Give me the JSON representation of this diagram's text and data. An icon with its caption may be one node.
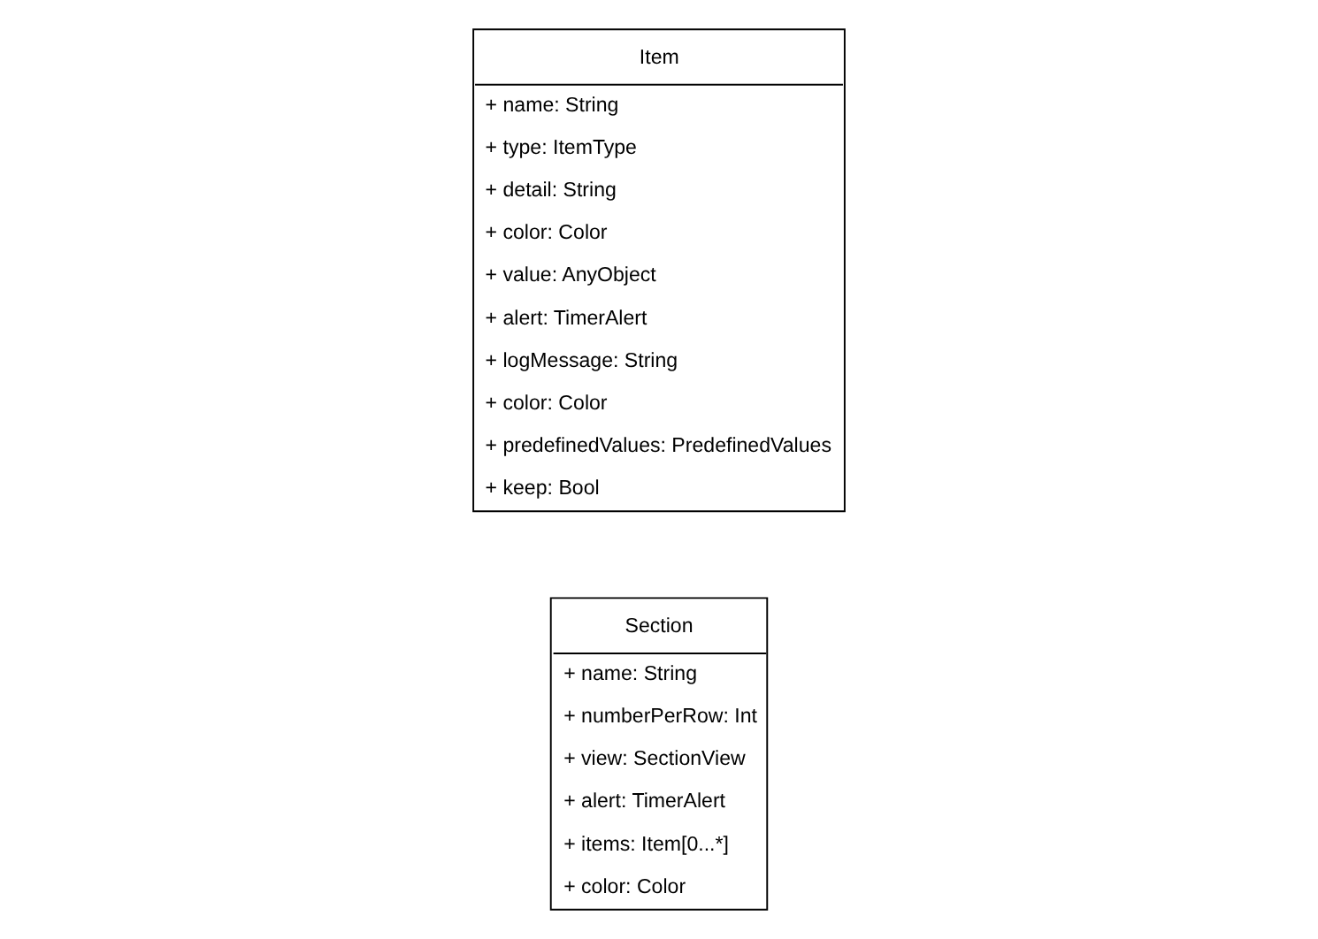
{
  "diagram": {
    "nodes": [
      {
        "text": [
          "Section",
          "+ name: String",
          "+ numberPerRow: Int",
          "+ view: SectionView",
          "+ alert: TimerAlert",
          "+ items: Item[0...*]",
          "+ color: Color"
        ]
      },
      {
        "text": [
          "Item",
          "+ name: String",
          "+ type: ItemType",
          "+ detail: String",
          "+ color: Color",
          "+ value: AnyObject",
          "+ alert: TimerAlert",
          "+ logMessage: String",
          "+ color: Color",
          "+ predefinedValues: PredefinedValues",
          "+ keep: Bool"
        ]
      }
    ]
  }
}
